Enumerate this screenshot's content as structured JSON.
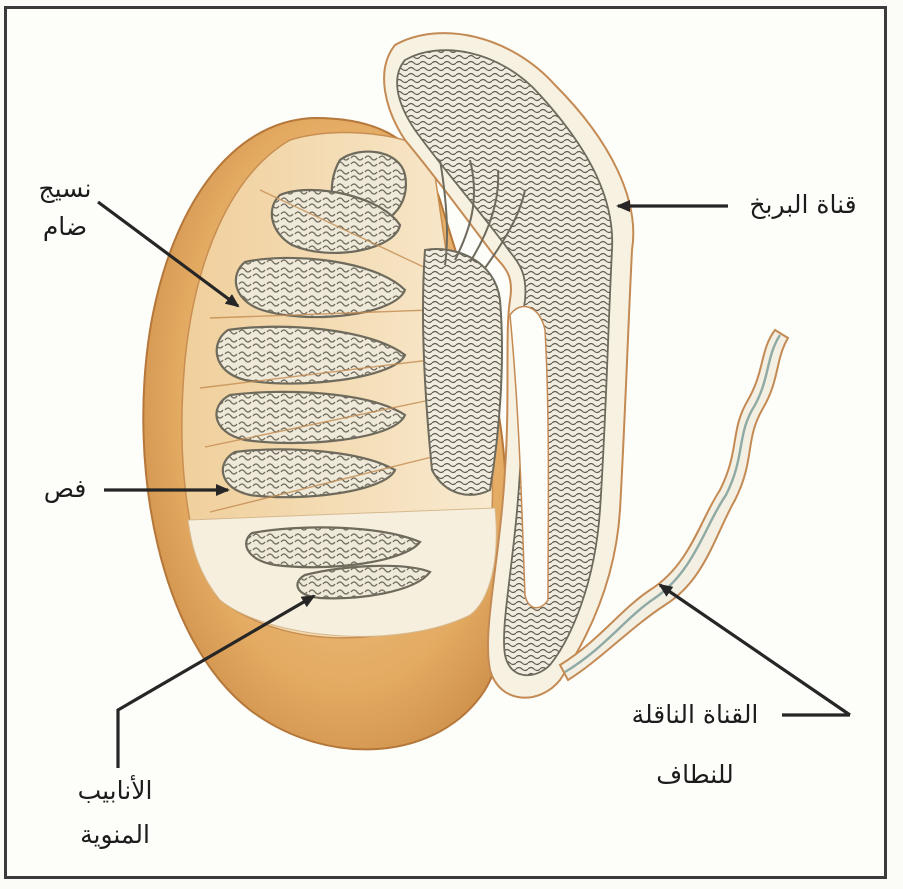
{
  "labels": {
    "connective_tissue": [
      "نسيج",
      "ضام"
    ],
    "epididymis_duct": "قناة البربخ",
    "lobe": "فص",
    "vas_deferens": [
      "القناة الناقلة",
      "للنطاف"
    ],
    "seminiferous_tubules": [
      "الأنابيب",
      "المنوية"
    ]
  },
  "colors": {
    "testis_outer": "#d9a25e",
    "testis_inner": "#f6e4c6",
    "tubule_fill": "#ece6d8",
    "tubule_stroke": "#6e6a5c",
    "epididymis_fill": "#f3eee2",
    "arrow": "#262626",
    "frame": "#3b3b3b"
  }
}
